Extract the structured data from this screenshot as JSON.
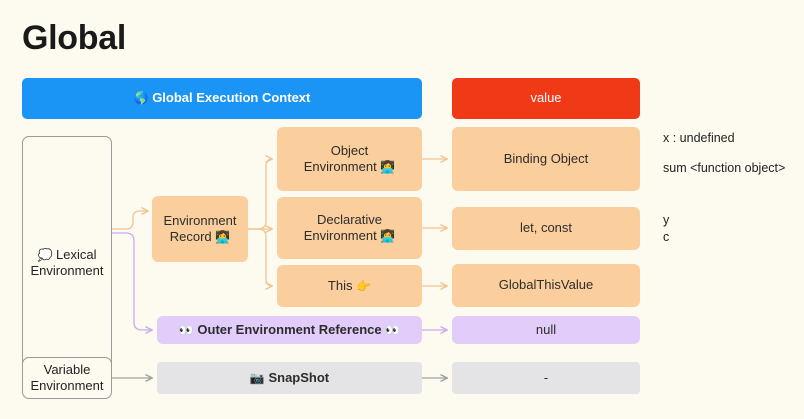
{
  "page": {
    "title": "Global",
    "background_color": "#FDFAEF"
  },
  "colors": {
    "blue_header": "#1B95F5",
    "red_header": "#F03A17",
    "orange_node": "#FBCF9D",
    "purple_node": "#E2CDFA",
    "grey_node": "#E4E4E6",
    "outline_border": "#9A9A9A",
    "orange_arrow": "#F5C89A",
    "purple_arrow": "#CDA9F0",
    "grey_arrow": "#9A9A9A"
  },
  "headers": {
    "context": {
      "icon": "globe-icon",
      "icon_glyph": "🌎",
      "label": "Global Execution Context"
    },
    "value": {
      "label": "value"
    }
  },
  "nodes": {
    "lexical_environment": {
      "icon": "thought-bubble-icon",
      "icon_glyph": "💭",
      "line1": "Lexical",
      "line2": "Environment"
    },
    "variable_environment": {
      "line1": "Variable",
      "line2": "Environment"
    },
    "environment_record": {
      "line1": "Environment",
      "line2": "Record",
      "icon": "technologist-icon",
      "icon_glyph": "👩‍💻"
    },
    "object_environment": {
      "line1": "Object",
      "line2": "Environment",
      "icon": "technologist-icon",
      "icon_glyph": "👩‍💻"
    },
    "declarative_environment": {
      "line1": "Declarative",
      "line2": "Environment",
      "icon": "technologist-icon",
      "icon_glyph": "👩‍💻"
    },
    "this": {
      "label": "This",
      "icon": "pointing-right-icon",
      "icon_glyph": "👉"
    },
    "outer_environment_reference": {
      "icon_left": "eyes-icon",
      "icon_left_glyph": "👀",
      "label": "Outer Environment Reference",
      "icon_right": "eyes-icon",
      "icon_right_glyph": "👀"
    },
    "snapshot": {
      "icon": "camera-icon",
      "icon_glyph": "📷",
      "label": "SnapShot"
    },
    "binding_object": {
      "label": "Binding Object"
    },
    "let_const": {
      "label": "let, const"
    },
    "global_this_value": {
      "label": "GlobalThisValue"
    },
    "null_value": {
      "label": "null"
    },
    "dash_value": {
      "label": "-"
    }
  },
  "annotations": [
    {
      "text": "x : undefined"
    },
    {
      "text": "sum <function object>"
    },
    {
      "text": "y"
    },
    {
      "text": "c"
    }
  ]
}
